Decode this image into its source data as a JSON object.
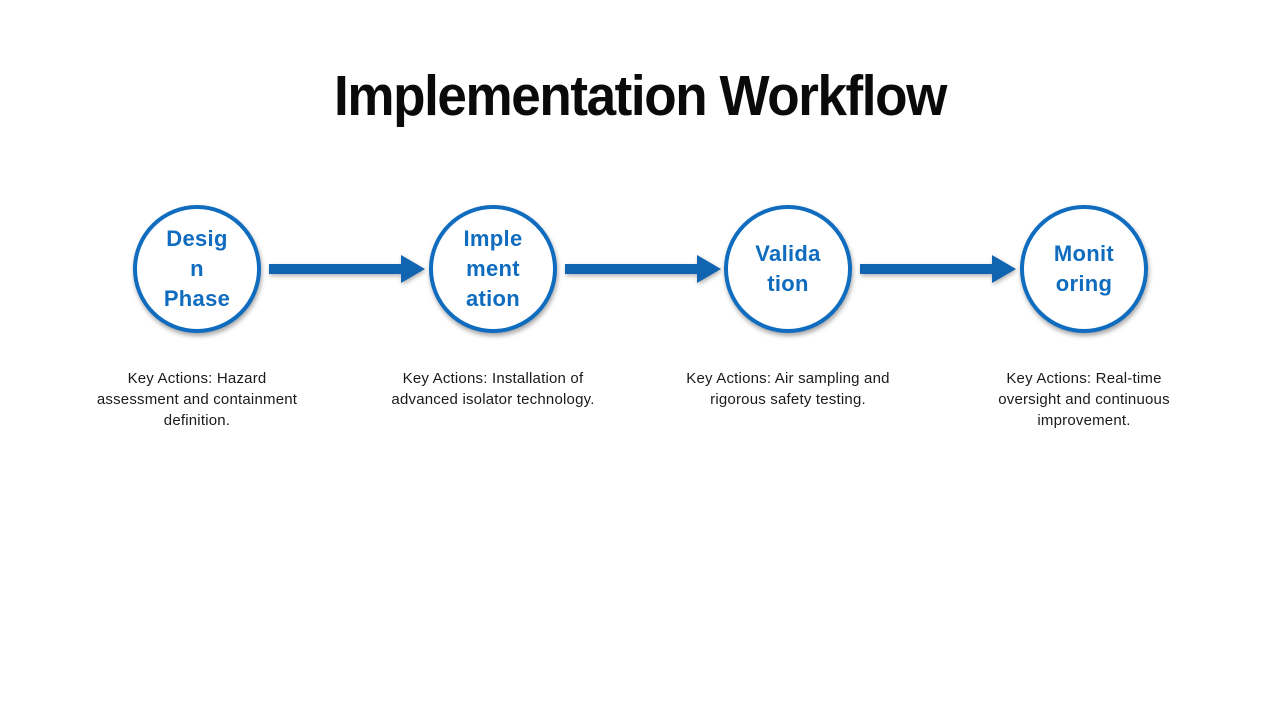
{
  "title": "Implementation Workflow",
  "colors": {
    "accent_blue": "#0f6cbe",
    "arrow_blue": "#1164b0",
    "title_black": "#0a0a0a",
    "body_text": "#1a1a1a"
  },
  "steps": [
    {
      "name": "Design Phase",
      "label": "Desig\nn\nPhase",
      "description": "Key Actions: Hazard\nassessment and containment\ndefinition."
    },
    {
      "name": "Implementation",
      "label": "Imple\nment\nation",
      "description": "Key Actions: Installation of\nadvanced isolator technology."
    },
    {
      "name": "Validation",
      "label": "Valida\ntion",
      "description": "Key Actions: Air sampling and\nrigorous safety testing."
    },
    {
      "name": "Monitoring",
      "label": "Monit\noring",
      "description": "Key Actions: Real-time\noversight and continuous\nimprovement."
    }
  ]
}
